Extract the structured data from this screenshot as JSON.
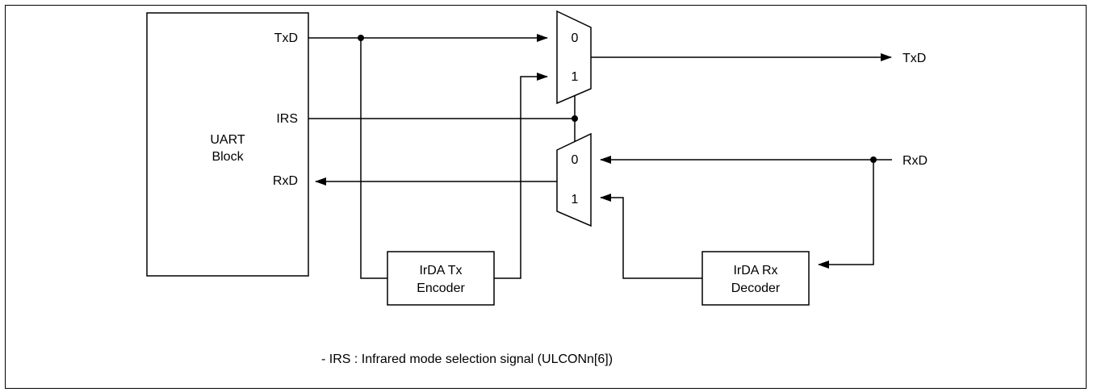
{
  "uart_block": {
    "line1": "UART",
    "line2": "Block"
  },
  "uart_pins": {
    "txd": "TxD",
    "irs": "IRS",
    "rxd": "RxD"
  },
  "tx_mux": {
    "in0": "0",
    "in1": "1"
  },
  "rx_mux": {
    "in0": "0",
    "in1": "1"
  },
  "irda_tx": {
    "line1": "IrDA Tx",
    "line2": "Encoder"
  },
  "irda_rx": {
    "line1": "IrDA Rx",
    "line2": "Decoder"
  },
  "outputs": {
    "txd": "TxD",
    "rxd": "RxD"
  },
  "note": "- IRS : Infrared mode selection signal (ULCONn[6])"
}
